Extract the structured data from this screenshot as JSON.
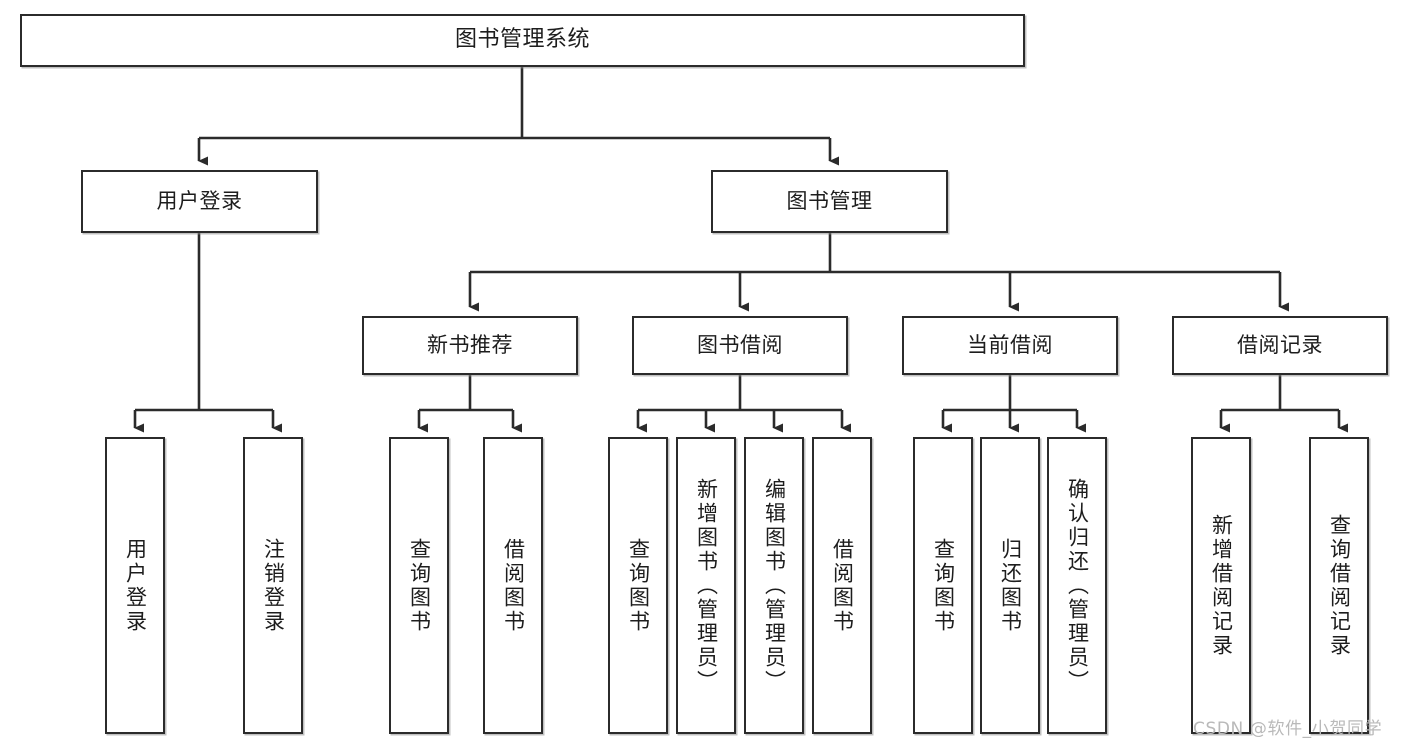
{
  "diagram": {
    "title": "图书管理系统",
    "type": "tree-hierarchy-diagram",
    "watermark": "CSDN @软件_小贺同学",
    "colors": {
      "background": "#ffffff",
      "box_border": "#2b2b2b",
      "box_fill": "#ffffff",
      "text": "#1d1d1d",
      "connector": "#2b2b2b",
      "watermark": "#b9b9b9"
    },
    "nodes": {
      "root": {
        "label": "图书管理系统"
      },
      "level2": [
        {
          "label": "用户登录"
        },
        {
          "label": "图书管理"
        }
      ],
      "level3": [
        {
          "label": "新书推荐"
        },
        {
          "label": "图书借阅"
        },
        {
          "label": "当前借阅"
        },
        {
          "label": "借阅记录"
        }
      ],
      "leaves_user_login": [
        {
          "label": "用户登录"
        },
        {
          "label": "注销登录"
        }
      ],
      "leaves_new_book": [
        {
          "label": "查询图书"
        },
        {
          "label": "借阅图书"
        }
      ],
      "leaves_borrow": [
        {
          "label": "查询图书"
        },
        {
          "label": "新增图书（管理员）"
        },
        {
          "label": "编辑图书（管理员）"
        },
        {
          "label": "借阅图书"
        }
      ],
      "leaves_current": [
        {
          "label": "查询图书"
        },
        {
          "label": "归还图书"
        },
        {
          "label": "确认归还（管理员）"
        }
      ],
      "leaves_record": [
        {
          "label": "新增借阅记录"
        },
        {
          "label": "查询借阅记录"
        }
      ]
    }
  }
}
